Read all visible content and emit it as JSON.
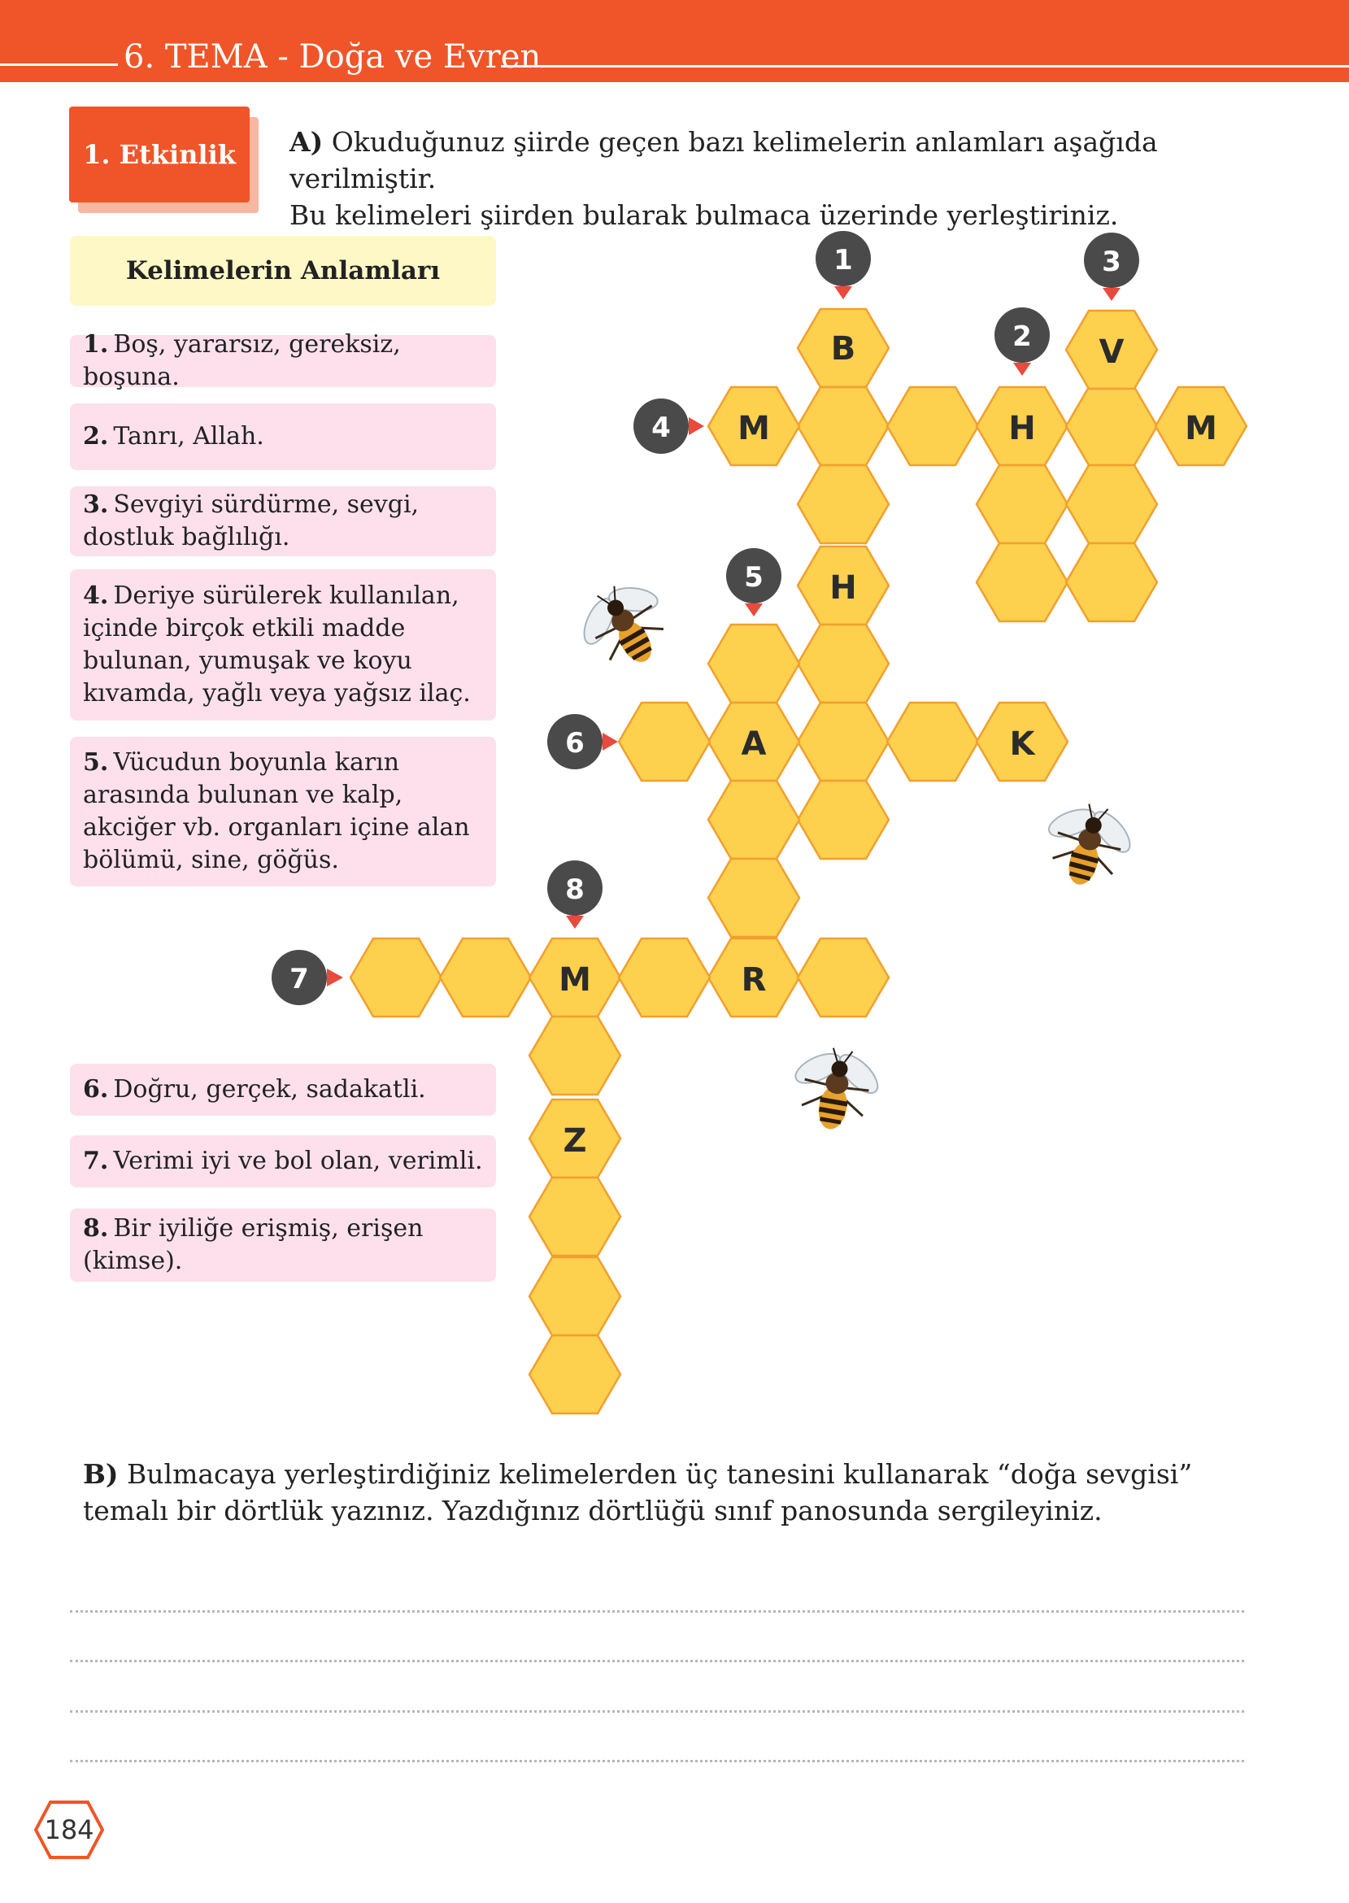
{
  "header": {
    "title": "6. TEMA - Doğa ve Evren"
  },
  "activity": {
    "label": "1. Etkinlik",
    "part_a_marker": "A)",
    "part_a_text_1": " Okuduğunuz şiirde geçen bazı kelimelerin anlamları aşağıda verilmiştir.",
    "part_a_text_2": "Bu kelimeleri şiirden bularak bulmaca üzerinde yerleştiriniz."
  },
  "meanings_title": "Kelimelerin Anlamları",
  "clues": [
    {
      "num": "1.",
      "text": "Boş, yararsız, gereksiz, boşuna."
    },
    {
      "num": "2.",
      "text": "Tanrı, Allah."
    },
    {
      "num": "3.",
      "text": "Sevgiyi sürdürme, sevgi, dostluk bağlılığı."
    },
    {
      "num": "4.",
      "text": "Deriye sürülerek kullanılan, içinde birçok etkili madde bulunan, yumuşak ve koyu kıvamda, yağlı veya yağsız ilaç."
    },
    {
      "num": "5.",
      "text": "Vücudun boyunla karın arasında bulunan ve kalp, akciğer vb. organları içine alan bölümü, sine, göğüs."
    },
    {
      "num": "6.",
      "text": "Doğru, gerçek, sadakatli."
    },
    {
      "num": "7.",
      "text": "Verimi iyi ve bol olan, verimli."
    },
    {
      "num": "8.",
      "text": "Bir iyiliğe erişmiş, erişen (kimse)."
    }
  ],
  "puzzle": {
    "badges": [
      "1",
      "2",
      "3",
      "4",
      "5",
      "6",
      "7",
      "8"
    ],
    "letters": {
      "b": "B",
      "v": "V",
      "m4": "M",
      "h2": "H",
      "m4end": "M",
      "h1": "H",
      "a": "A",
      "k": "K",
      "m8": "M",
      "r": "R",
      "z": "Z"
    }
  },
  "part_b": {
    "marker": "B)",
    "text": " Bulmacaya yerleştirdiğiniz kelimelerden üç tanesini kullanarak “doğa sevgisi” temalı bir dörtlük yazınız. Yazdığınız dörtlüğü sınıf panosunda sergileyiniz."
  },
  "page_number": "184",
  "colors": {
    "accent": "#ef5528",
    "hex_fill": "#fdd04e",
    "hex_stroke": "#f0a030",
    "badge": "#4a4a4a",
    "badge_pin": "#e84a3c"
  }
}
